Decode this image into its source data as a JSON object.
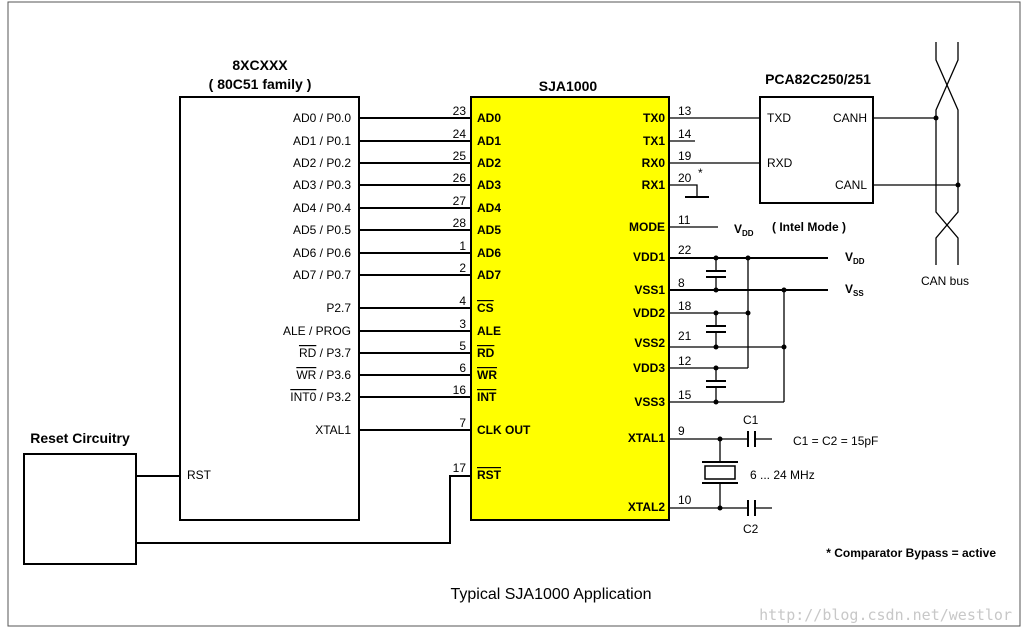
{
  "mcu": {
    "title": "8XCXXX",
    "subtitle": "( 80C51 family )",
    "pins": [
      "AD0 / P0.0",
      "AD1 / P0.1",
      "AD2 / P0.2",
      "AD3 / P0.3",
      "AD4 / P0.4",
      "AD5 / P0.5",
      "AD6 / P0.6",
      "AD7 / P0.7",
      "P2.7",
      "ALE / PROG"
    ],
    "rd_bar": "RD",
    "rd_rest": " / P3.7",
    "wr_bar": "WR",
    "wr_rest": " / P3.6",
    "int_bar": "INT0",
    "int_rest": " / P3.2",
    "xtal1": "XTAL1",
    "rst": "RST"
  },
  "controller": {
    "title": "SJA1000",
    "left_pins": [
      {
        "num": "23",
        "name": "AD0"
      },
      {
        "num": "24",
        "name": "AD1"
      },
      {
        "num": "25",
        "name": "AD2"
      },
      {
        "num": "26",
        "name": "AD3"
      },
      {
        "num": "27",
        "name": "AD4"
      },
      {
        "num": "28",
        "name": "AD5"
      },
      {
        "num": "1",
        "name": "AD6"
      },
      {
        "num": "2",
        "name": "AD7"
      },
      {
        "num": "4",
        "name": "CS"
      },
      {
        "num": "3",
        "name": "ALE"
      },
      {
        "num": "5",
        "name": "RD"
      },
      {
        "num": "6",
        "name": "WR"
      },
      {
        "num": "16",
        "name": "INT"
      },
      {
        "num": "7",
        "name": "CLK OUT"
      },
      {
        "num": "17",
        "name": "RST"
      }
    ],
    "right_pins": [
      {
        "num": "13",
        "name": "TX0"
      },
      {
        "num": "14",
        "name": "TX1"
      },
      {
        "num": "19",
        "name": "RX0"
      },
      {
        "num": "20",
        "name": "RX1"
      },
      {
        "num": "11",
        "name": "MODE"
      },
      {
        "num": "22",
        "name": "VDD1"
      },
      {
        "num": "8",
        "name": "VSS1"
      },
      {
        "num": "18",
        "name": "VDD2"
      },
      {
        "num": "21",
        "name": "VSS2"
      },
      {
        "num": "12",
        "name": "VDD3"
      },
      {
        "num": "15",
        "name": "VSS3"
      },
      {
        "num": "9",
        "name": "XTAL1"
      },
      {
        "num": "10",
        "name": "XTAL2"
      }
    ],
    "fill_color": "#ffff00"
  },
  "transceiver": {
    "title": "PCA82C250/251",
    "txd": "TXD",
    "rxd": "RXD",
    "canh": "CANH",
    "canl": "CANL"
  },
  "reset": {
    "title": "Reset Circuitry"
  },
  "labels": {
    "rx1_star": "*",
    "vdd_main": "V",
    "vdd_sub": "DD",
    "intel_mode": "( Intel Mode )",
    "vdd_rail": "V",
    "vdd_rail_sub": "DD",
    "vss_rail": "V",
    "vss_rail_sub": "SS",
    "c1": "C1",
    "c2": "C2",
    "cap_eq": "C1 = C2 = 15pF",
    "crystal": "6 ... 24 MHz",
    "can_bus": "CAN bus",
    "footnote": "* Comparator Bypass = active",
    "caption": "Typical SJA1000 Application",
    "watermark": "http://blog.csdn.net/westlor"
  }
}
